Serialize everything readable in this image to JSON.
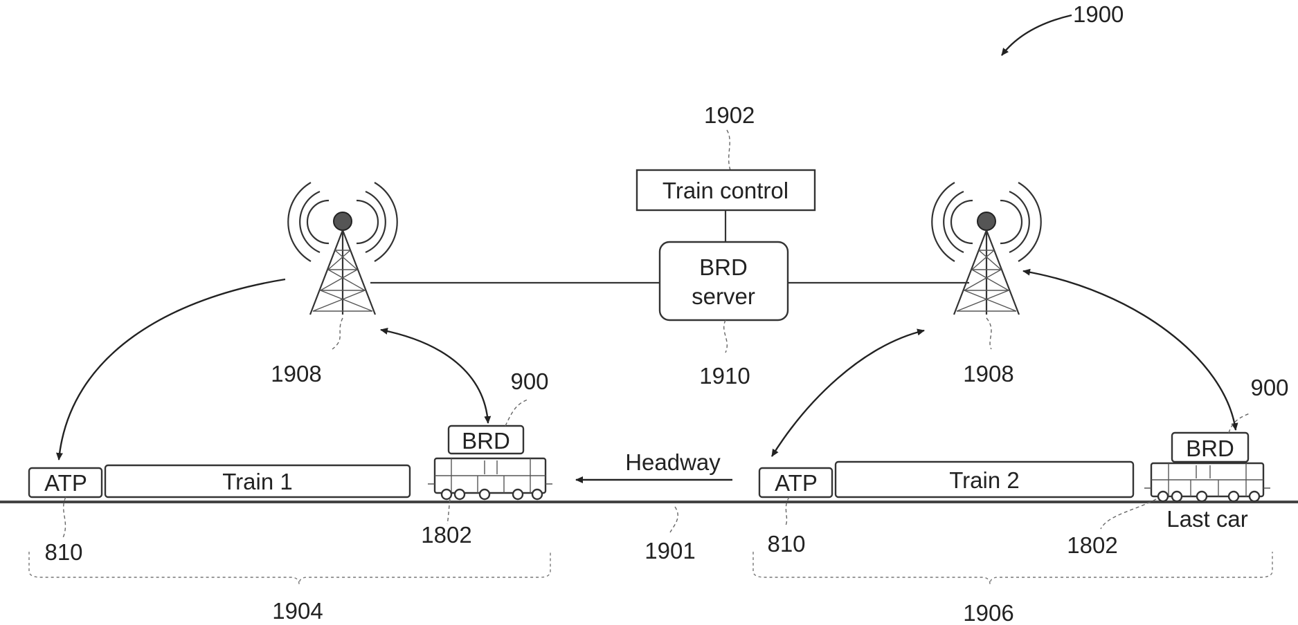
{
  "figure_number": "1900",
  "nodes": {
    "train_control": {
      "label": "Train control",
      "ref": "1902"
    },
    "brd_server": {
      "label_line1": "BRD",
      "label_line2": "server",
      "ref": "1910"
    },
    "tower_left": {
      "ref": "1908"
    },
    "tower_right": {
      "ref": "1908"
    }
  },
  "train1": {
    "atp_label": "ATP",
    "atp_ref": "810",
    "train_label": "Train 1",
    "brd_label": "BRD",
    "brd_ref": "900",
    "car_ref": "1802",
    "group_ref": "1904"
  },
  "train2": {
    "atp_label": "ATP",
    "atp_ref": "810",
    "train_label": "Train 2",
    "brd_label": "BRD",
    "brd_ref": "900",
    "car_ref": "1802",
    "last_car_label": "Last car",
    "group_ref": "1906"
  },
  "track": {
    "ref": "1901",
    "headway_label": "Headway"
  },
  "colors": {
    "ink": "#222222",
    "background": "#ffffff"
  }
}
